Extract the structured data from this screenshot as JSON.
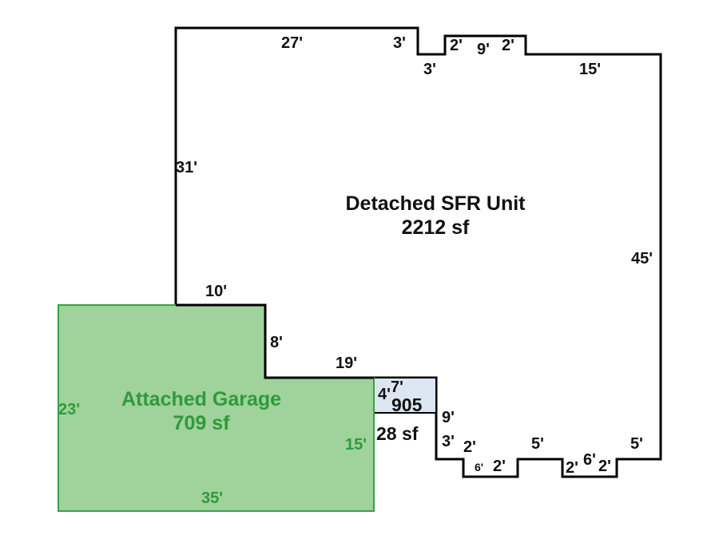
{
  "colors": {
    "outline": "#000000",
    "garage_fill": "#a0d29b",
    "garage_stroke": "#3c9f47",
    "garage_text": "#2f9a3b",
    "small_area_fill": "#dce6f2"
  },
  "main_unit": {
    "name": "Detached SFR Unit",
    "area": "2212 sf"
  },
  "garage": {
    "name": "Attached Garage",
    "area": "709 sf"
  },
  "small_area": {
    "code": "905",
    "area": "28 sf",
    "dims": [
      "4'",
      "7'"
    ]
  },
  "main_dims": [
    "27'",
    "3'",
    "3'",
    "2'",
    "9'",
    "2'",
    "15'",
    "31'",
    "45'",
    "10'",
    "8'",
    "19'",
    "9'",
    "3'",
    "2'",
    "5'",
    "5'",
    "6'",
    "2'",
    "2'",
    "6'",
    "2'"
  ],
  "garage_dims": [
    "23'",
    "15'",
    "35'"
  ]
}
